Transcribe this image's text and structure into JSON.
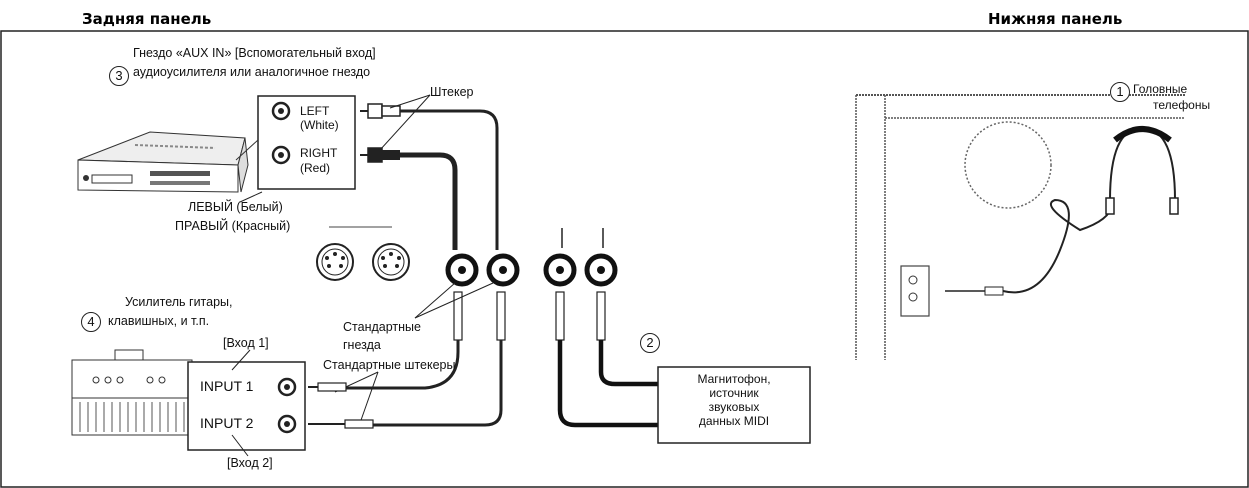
{
  "headers": {
    "rear_panel": "Задняя панель",
    "bottom_panel": "Нижняя панель"
  },
  "numbers": {
    "headphones": "1",
    "tape": "2",
    "aux": "3",
    "amp": "4"
  },
  "labels": {
    "aux_in_line1": "Гнездо «AUX IN» [Вспомогательный вход]",
    "aux_in_line2": "аудиоусилителя или аналогичное гнездо",
    "plug": "Штекер",
    "left_white": "ЛЕВЫЙ (Белый)",
    "right_red": "ПРАВЫЙ (Красный)",
    "guitar_amp_line1": "Усилитель гитары,",
    "guitar_amp_line2": "клавишных,  и т.п.",
    "std_jacks_line1": "Стандартные",
    "std_jacks_line2": "гнезда",
    "std_plugs": "Стандартные штекеры",
    "input1_ru": "[Вход 1]",
    "input2_ru": "[Вход 2]",
    "headphones_line1": "Головные",
    "headphones_line2": "телефоны",
    "tape_line1": "Магнитофон,",
    "tape_line2": "источник",
    "tape_line3": "звуковых",
    "tape_line4": "данных MIDI"
  },
  "device_text": {
    "left": "LEFT",
    "white": "(White)",
    "right": "RIGHT",
    "red": "(Red)",
    "input1": "INPUT 1",
    "input2": "INPUT 2"
  }
}
